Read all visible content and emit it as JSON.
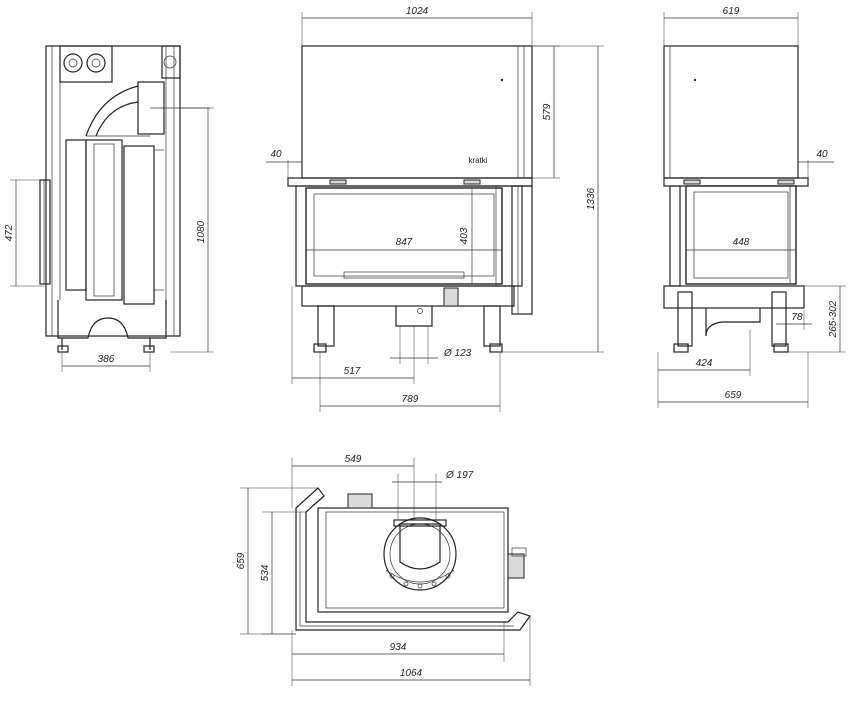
{
  "views": {
    "side": {
      "dim_width": "386",
      "dim_height": "1080",
      "dim_glass_height": "472"
    },
    "front": {
      "dim_width_top": "1024",
      "dim_top_height": "579",
      "dim_total_height": "1336",
      "dim_frame_offset": "40",
      "dim_glass_width": "847",
      "dim_glass_height": "403",
      "dim_flue_offset": "517",
      "dim_flue_diameter": "Ø 123",
      "dim_base_width": "789",
      "brand_label": "kratki"
    },
    "right": {
      "dim_width_top": "619",
      "dim_frame_offset": "40",
      "dim_glass_width": "448",
      "dim_flue_offset": "78",
      "dim_flue_height": "265-302",
      "dim_base_width": "424",
      "dim_total_width": "659"
    },
    "plan": {
      "dim_flue_offset": "549",
      "dim_flue_diameter": "Ø 197",
      "dim_depth_total": "659",
      "dim_depth_inner": "534",
      "dim_width_inner": "934",
      "dim_width_total": "1064"
    }
  }
}
